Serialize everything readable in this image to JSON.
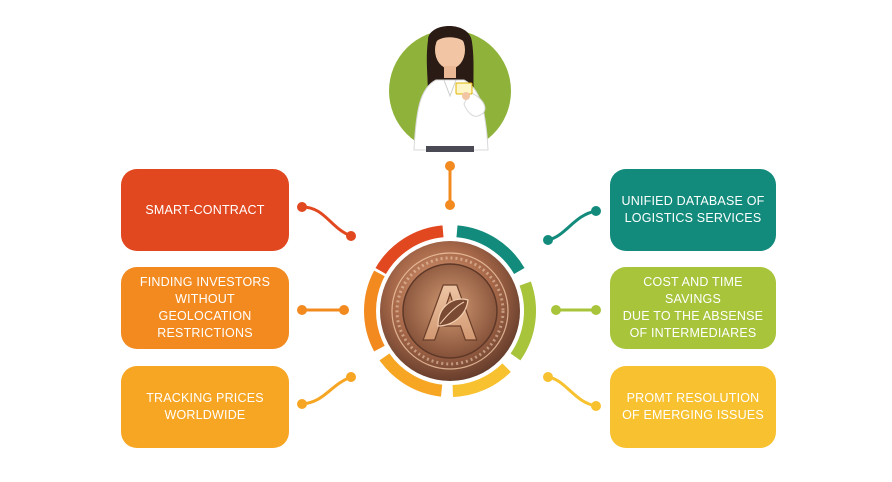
{
  "colors": {
    "red": "#e2481f",
    "orange": "#f28a1f",
    "amber": "#f7a623",
    "teal": "#138b7c",
    "lime": "#a7c43a",
    "yellow": "#f7c130",
    "avatar_bg": "#8fb33a"
  },
  "features": [
    {
      "id": "smart-contract",
      "label": "SMART-CONTRACT",
      "color": "#e2481f"
    },
    {
      "id": "finding-investors",
      "label": "FINDING INVESTORS\nWITHOUT GEOLOCATION\nRESTRICTIONS",
      "color": "#f28a1f"
    },
    {
      "id": "tracking-prices",
      "label": "TRACKING PRICES\nWORLDWIDE",
      "color": "#f7a623"
    },
    {
      "id": "unified-database",
      "label": "UNIFIED DATABASE OF\nLOGISTICS SERVICES",
      "color": "#138b7c"
    },
    {
      "id": "cost-time-savings",
      "label": "COST AND TIME SAVINGS\nDUE TO THE ABSENSE\nOF INTERMEDIARES",
      "color": "#a7c43a"
    },
    {
      "id": "promt-resolution",
      "label": "PROMT RESOLUTION\nOF EMERGING ISSUES",
      "color": "#f7c130"
    }
  ],
  "coin": {
    "letter": "A"
  }
}
